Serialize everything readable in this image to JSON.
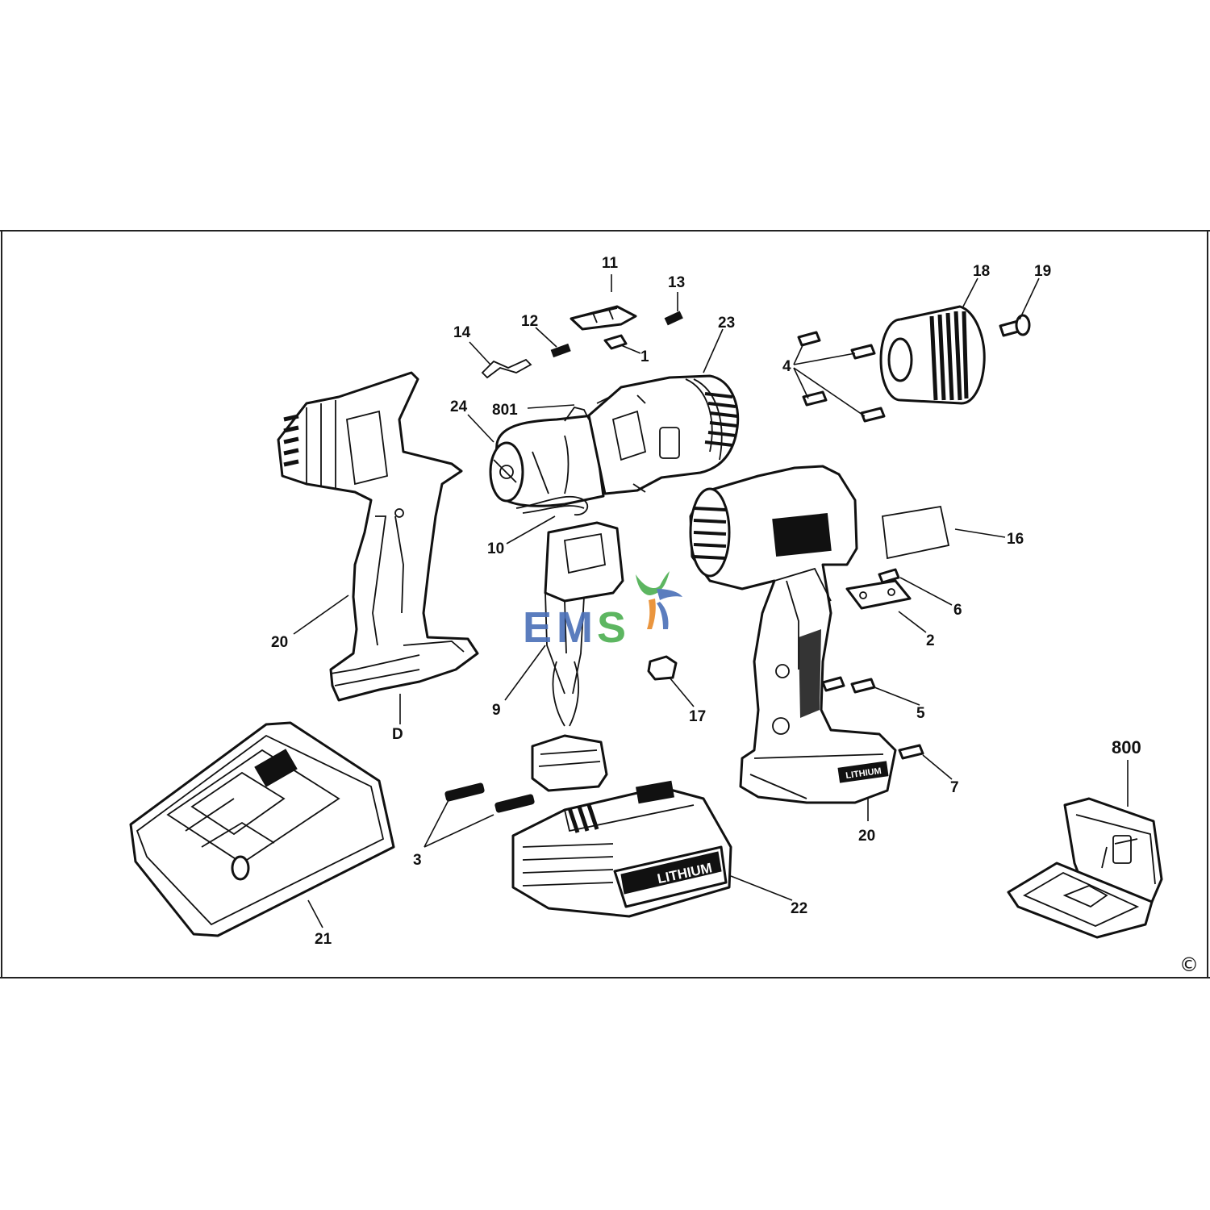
{
  "diagram": {
    "callouts": [
      "11",
      "13",
      "12",
      "14",
      "18",
      "19",
      "23",
      "4",
      "1",
      "24",
      "801",
      "16",
      "10",
      "6",
      "20",
      "2",
      "9",
      "17",
      "5",
      "D",
      "7",
      "800",
      "20",
      "3",
      "22",
      "21"
    ],
    "battery_label": "LITHIUM",
    "housing_label": "LITHIUM",
    "copyright": "©"
  },
  "watermark": {
    "letters": [
      "E",
      "M",
      "S"
    ]
  },
  "colors": {
    "line": "#111111",
    "background": "#ffffff",
    "logo_blue": "#4a6fb8",
    "logo_green": "#4caf50",
    "logo_orange": "#e88a2a"
  }
}
